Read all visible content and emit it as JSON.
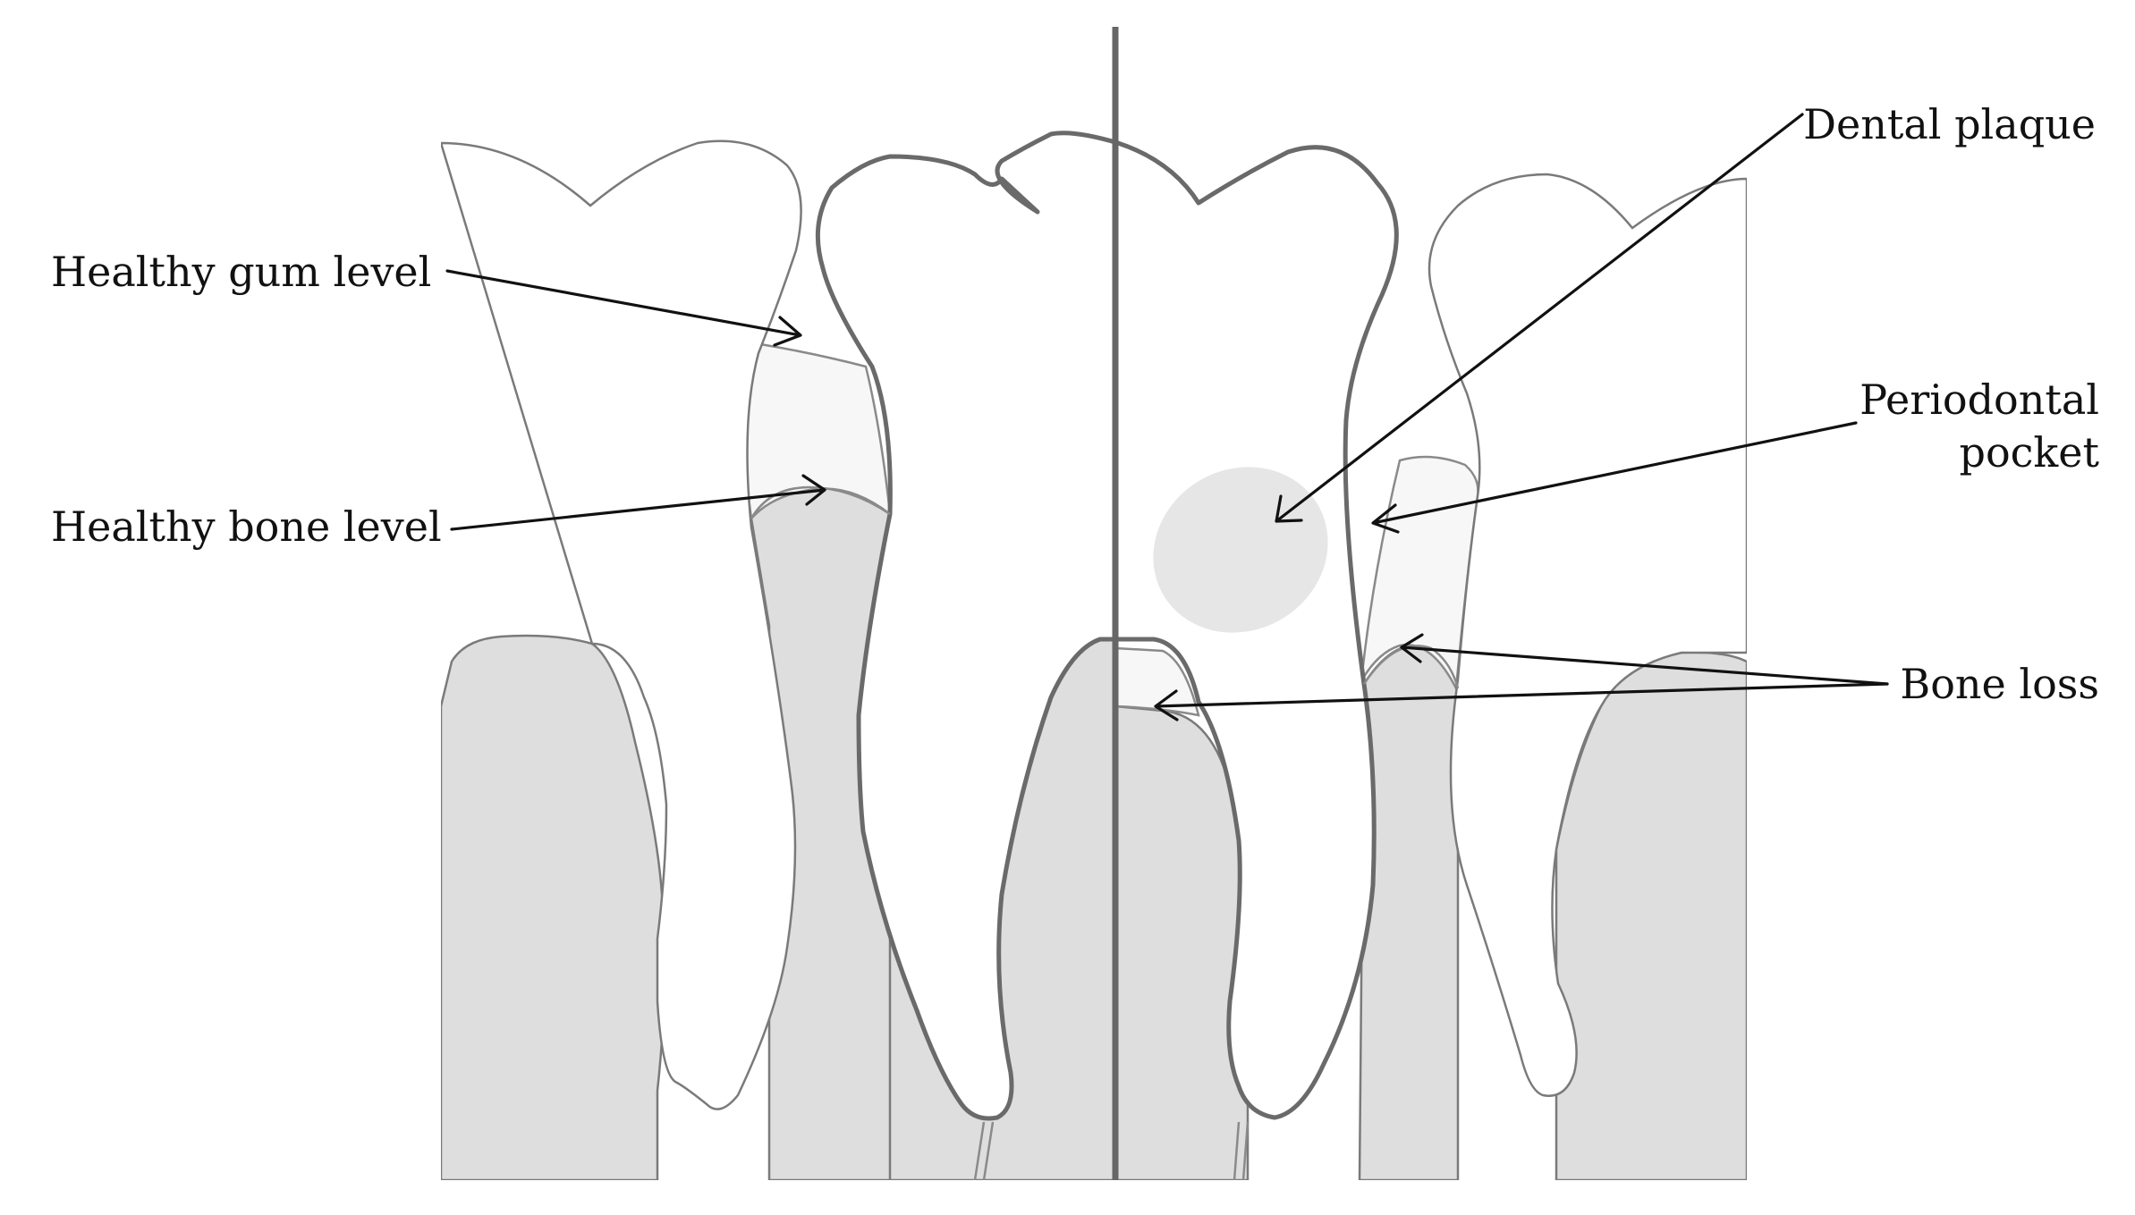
{
  "labels": {
    "healthy_gum": "Healthy gum level",
    "healthy_bone": "Healthy bone level",
    "dental_plaque": "Dental plaque",
    "periodontal_line1": "Periodontal",
    "periodontal_line2": "pocket",
    "bone_loss": "Bone loss"
  },
  "colors": {
    "bone": "#dedede",
    "gum": "#f7f7f7",
    "plaque": "#e6e6e6",
    "outline": "#6a6a6a",
    "text": "#111111"
  }
}
